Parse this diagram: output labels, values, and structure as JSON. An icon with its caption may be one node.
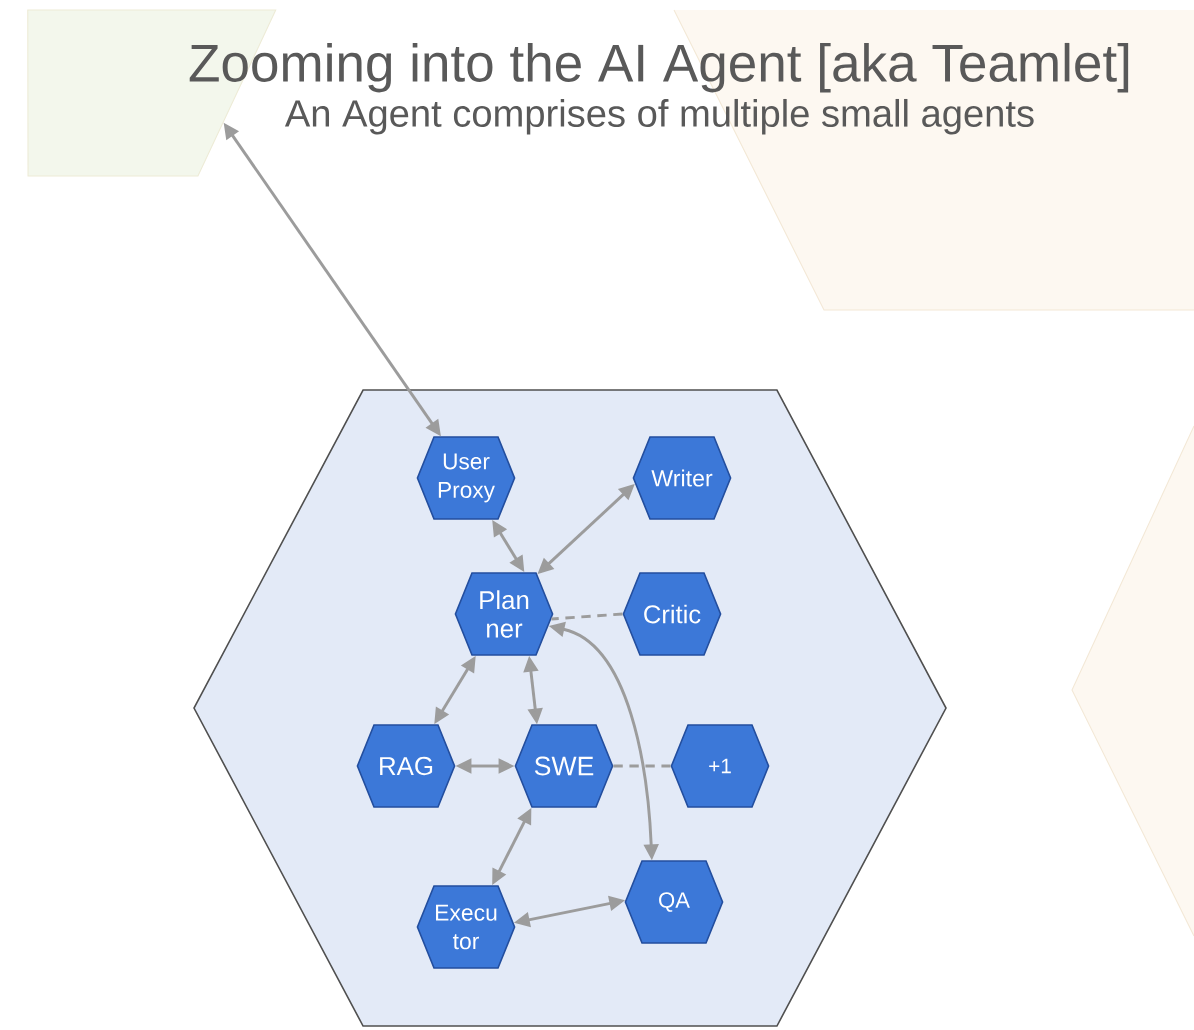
{
  "diagram": {
    "title": "Zooming into the AI Agent [aka Teamlet]",
    "nodes": [
      {
        "text": [],
        "shape": "hexagon"
      },
      {
        "text": [],
        "shape": "hexagon"
      },
      {
        "text": [
          "User Proxy"
        ],
        "in": 1
      },
      {
        "text": [
          "Writer"
        ],
        "in": 1
      },
      {
        "text": [
          "Plan ner"
        ],
        "in": 1
      },
      {
        "text": [
          "Critic"
        ],
        "in": 1
      },
      {
        "text": [
          "RAG"
        ],
        "in": 1
      },
      {
        "text": [
          "SWE"
        ],
        "in": 1
      },
      {
        "text": [
          "+1"
        ],
        "in": 1
      },
      {
        "text": [
          "Execu tor"
        ],
        "in": 1
      },
      {
        "text": [
          "QA"
        ],
        "in": 1
      }
    ],
    "edges": [
      {
        "from": 2,
        "to": 0,
        "arrow": "both"
      },
      {
        "from": 2,
        "to": 4,
        "arrow": "both"
      },
      {
        "from": 3,
        "to": 4,
        "arrow": "both"
      },
      {
        "from": 5,
        "to": 4,
        "arrow": "none",
        "style": "dashed"
      },
      {
        "from": 4,
        "to": 6,
        "arrow": "both"
      },
      {
        "from": 4,
        "to": 7,
        "arrow": "both"
      },
      {
        "from": 4,
        "to": 10,
        "arrow": "both"
      },
      {
        "from": 6,
        "to": 7,
        "arrow": "both"
      },
      {
        "from": 7,
        "to": 8,
        "arrow": "none",
        "style": "dashed"
      },
      {
        "from": 7,
        "to": 9,
        "arrow": "both"
      },
      {
        "from": 9,
        "to": 10,
        "arrow": "both"
      }
    ],
    "labels": [
      "An Agent comprises of multiple small agents"
    ]
  }
}
